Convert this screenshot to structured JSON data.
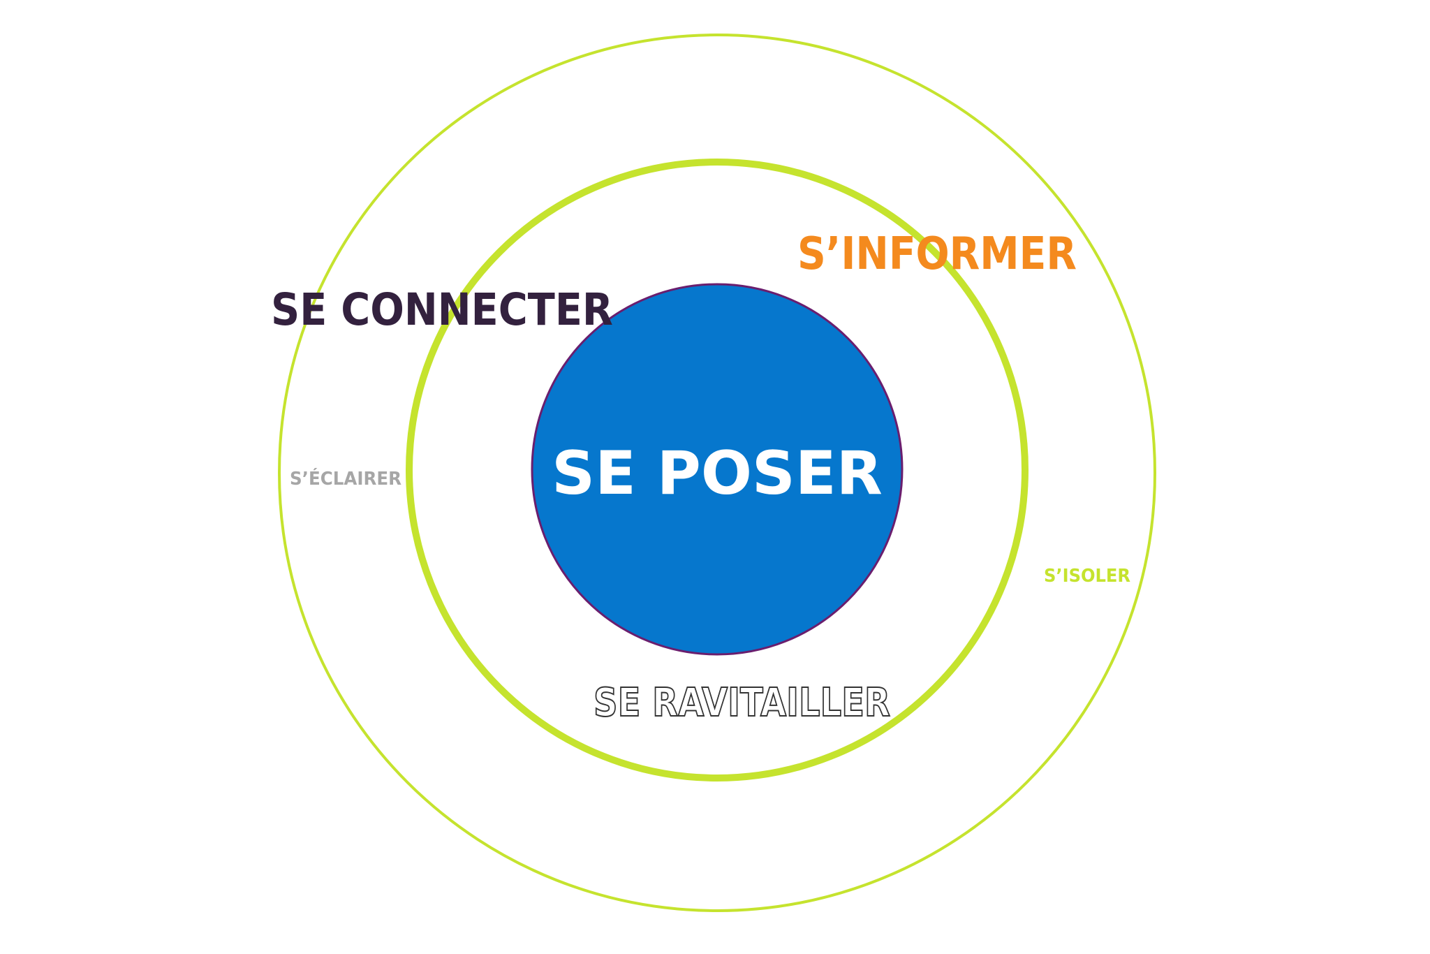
{
  "diagram": {
    "center": {
      "label": "SE POSER"
    },
    "labels": {
      "se_connecter": "SE CONNECTER",
      "s_informer": "S’INFORMER",
      "s_eclairer": "S’ÉCLAIRER",
      "s_isoler": "S’ISOLER",
      "se_ravitailler": "SE RAVITAILLER"
    },
    "colors": {
      "ring": "#C5E32E",
      "center_fill": "#0677CD",
      "center_stroke": "#6A1E6E",
      "center_text": "#FFFFFF",
      "se_connecter": "#33213E",
      "s_informer": "#F48A1E",
      "s_eclairer": "#A6A6A6",
      "s_isoler": "#C5E32E",
      "se_ravitailler_outline": "#333333"
    }
  }
}
